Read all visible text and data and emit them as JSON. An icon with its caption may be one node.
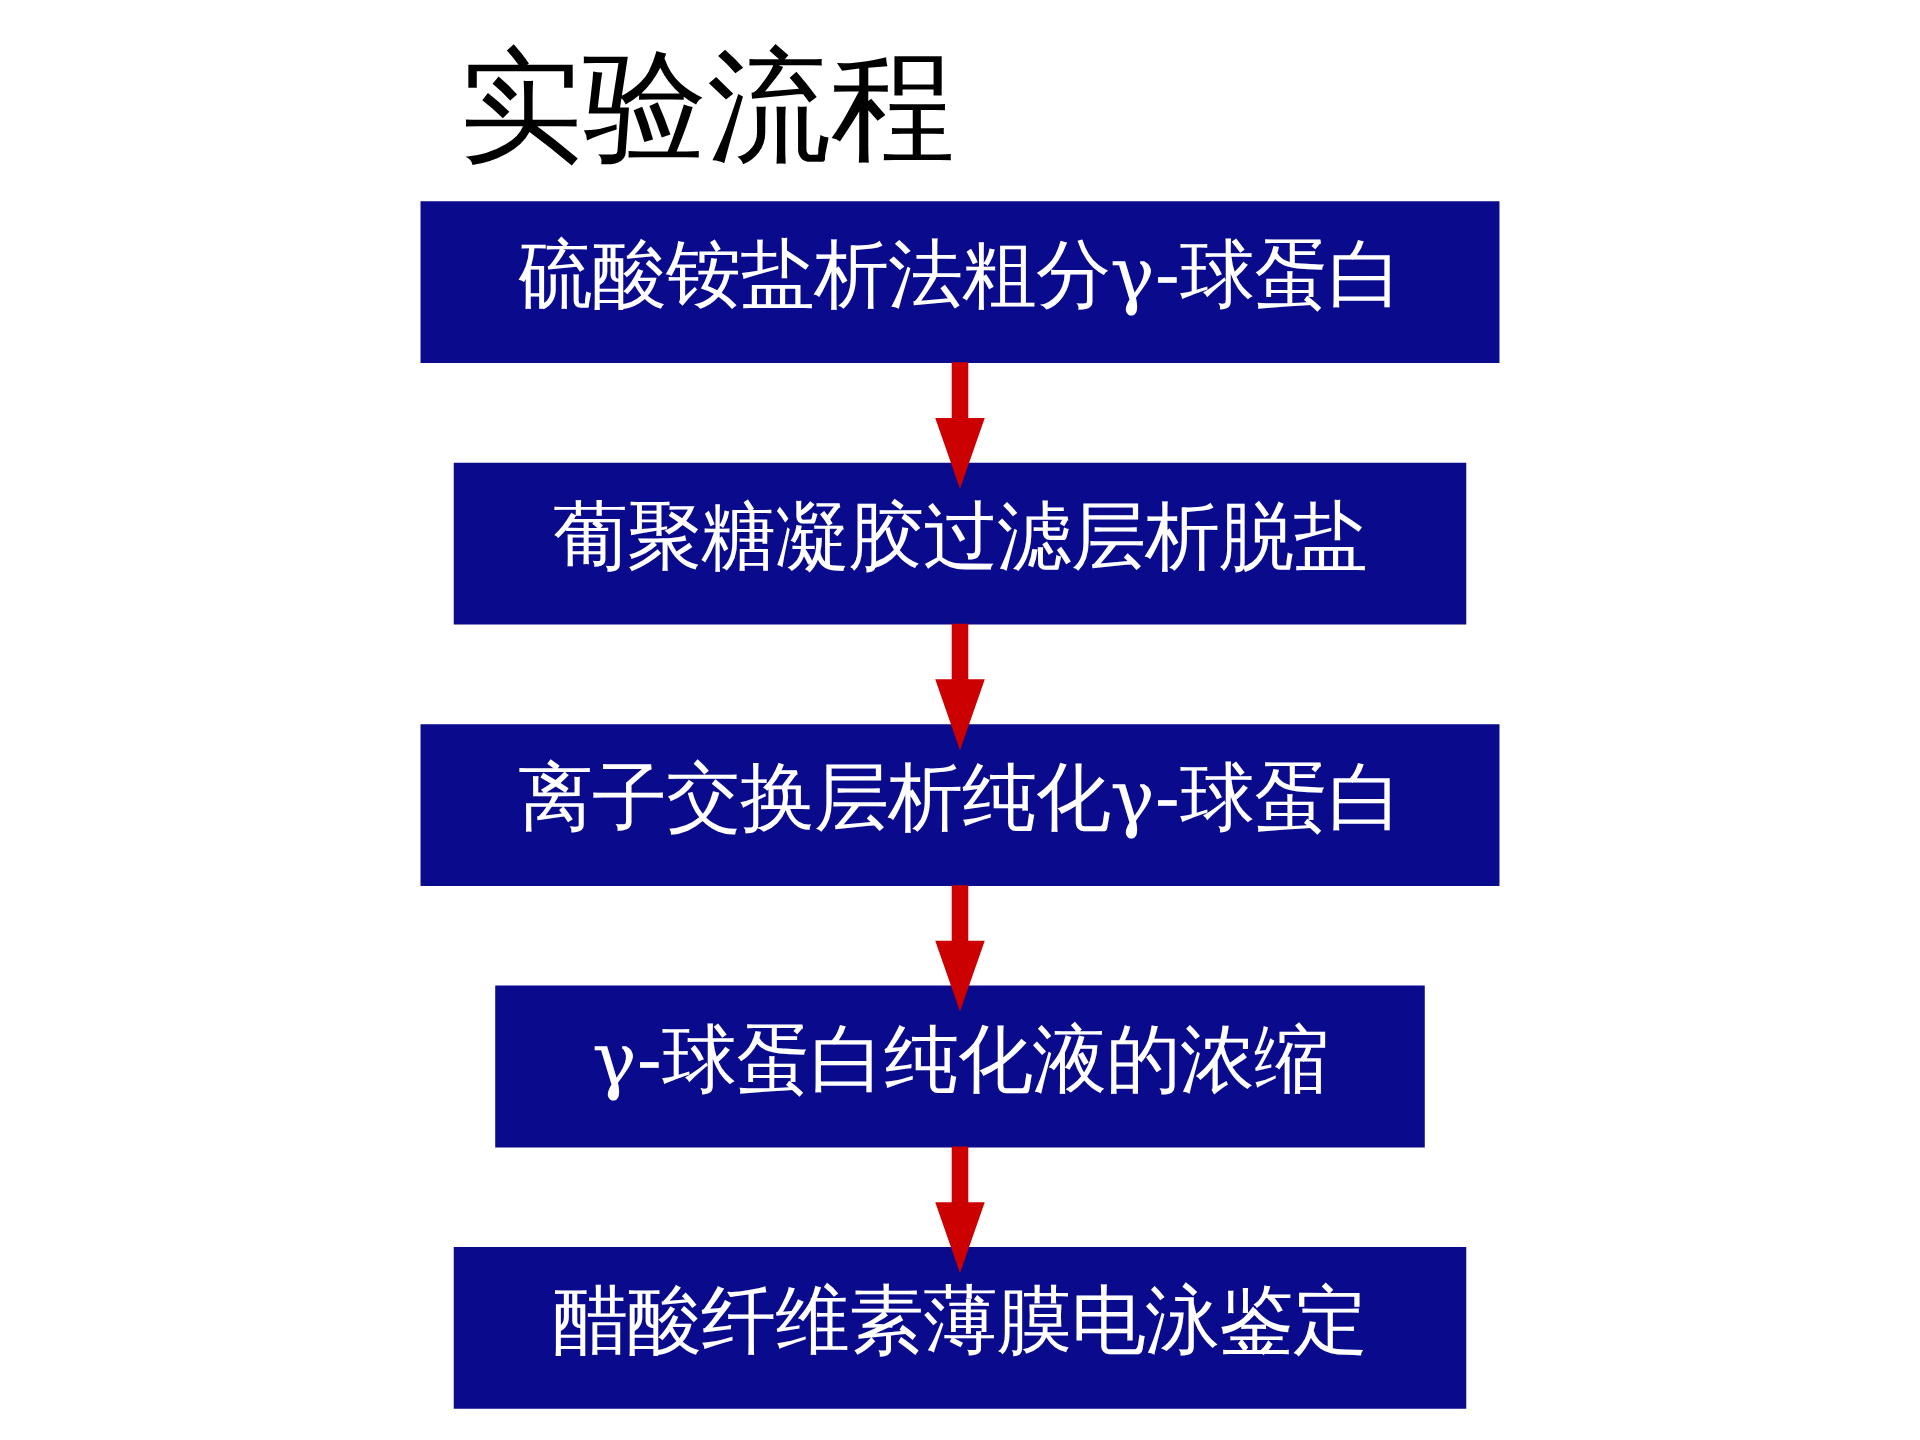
{
  "diagram": {
    "title": "实验流程",
    "nodes": [
      {
        "text": [
          "硫酸铵盐析法粗分γ-球蛋白"
        ]
      },
      {
        "text": [
          "葡聚糖凝胶过滤层析脱盐"
        ]
      },
      {
        "text": [
          "离子交换层析纯化γ-球蛋白"
        ]
      },
      {
        "text": [
          "γ-球蛋白纯化液的浓缩"
        ]
      },
      {
        "text": [
          "醋酸纤维素薄膜电泳鉴定"
        ]
      }
    ],
    "edges": [
      {
        "from": 0,
        "to": 1,
        "arrow": "to"
      },
      {
        "from": 1,
        "to": 2,
        "arrow": "to"
      },
      {
        "from": 2,
        "to": 3,
        "arrow": "to"
      },
      {
        "from": 3,
        "to": 4,
        "arrow": "to"
      }
    ]
  }
}
